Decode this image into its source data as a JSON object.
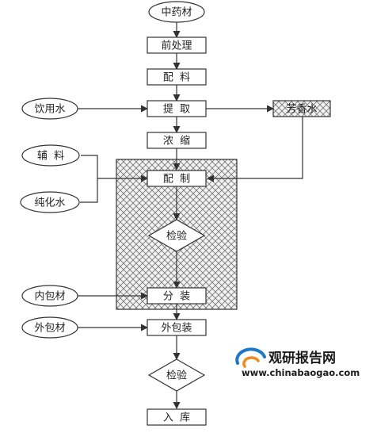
{
  "diagram": {
    "start_node": "中药材",
    "steps": {
      "pretreatment": "前处理",
      "batching": "配  料",
      "extraction": "提  取",
      "aromatic_water": "芳香水",
      "concentration": "浓  缩",
      "preparation": "配  制",
      "inspection_1": "检验",
      "packaging": "分  装",
      "outer_packaging": "外包装",
      "inspection_2": "检验",
      "warehousing": "入  库"
    },
    "inputs": {
      "drinking_water": "饮用水",
      "excipient": "辅  料",
      "purified_water": "纯化水",
      "inner_packaging": "内包材",
      "outer_packaging_material": "外包材"
    }
  },
  "watermark": {
    "brand": "观研报告网",
    "url": "www.chinabaogao.com",
    "logo_icon": "swirl-logo-icon",
    "colors": {
      "blue": "#1e78c8",
      "orange": "#f08a1c"
    }
  },
  "colors": {
    "stroke": "#333333",
    "hatch_fill": "#f2f2f2",
    "hatch_line": "#7a7a7a"
  }
}
